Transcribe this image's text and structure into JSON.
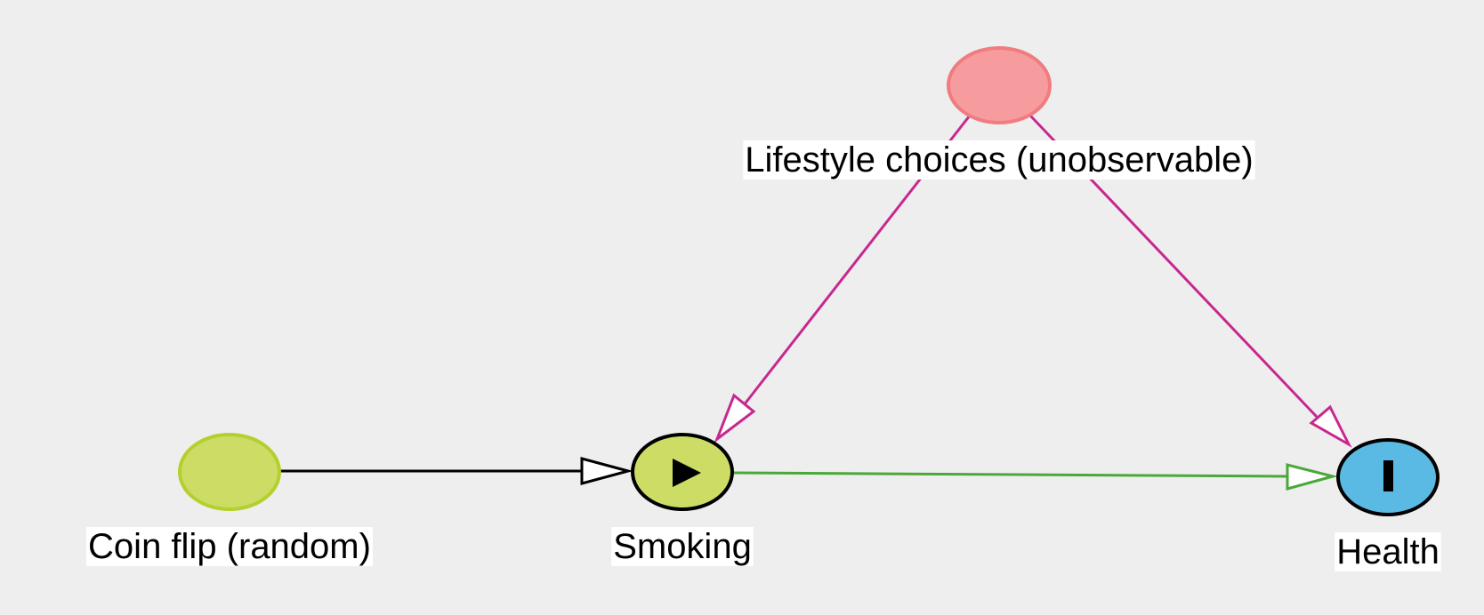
{
  "diagram": {
    "type": "causal-dag",
    "background": "#eeeeee",
    "nodes": [
      {
        "id": "coin",
        "label": "Coin flip (random)",
        "fill": "#cddc64",
        "stroke": "#b5cf2e",
        "role": "none"
      },
      {
        "id": "lifestyle",
        "label": "Lifestyle choices (unobservable)",
        "fill": "#f79c9e",
        "stroke": "#f07c80",
        "role": "none"
      },
      {
        "id": "smoking",
        "label": "Smoking",
        "fill": "#cddc64",
        "stroke": "#000000",
        "role": "exposure",
        "marker_icon": "play-icon"
      },
      {
        "id": "health",
        "label": "Health",
        "fill": "#5bbae3",
        "stroke": "#000000",
        "role": "outcome",
        "marker_icon": "bar-icon"
      }
    ],
    "edges": [
      {
        "from": "coin",
        "to": "smoking",
        "color": "#000000"
      },
      {
        "from": "lifestyle",
        "to": "smoking",
        "color": "#c7288f"
      },
      {
        "from": "lifestyle",
        "to": "health",
        "color": "#c7288f"
      },
      {
        "from": "smoking",
        "to": "health",
        "color": "#4aa83a"
      }
    ]
  }
}
